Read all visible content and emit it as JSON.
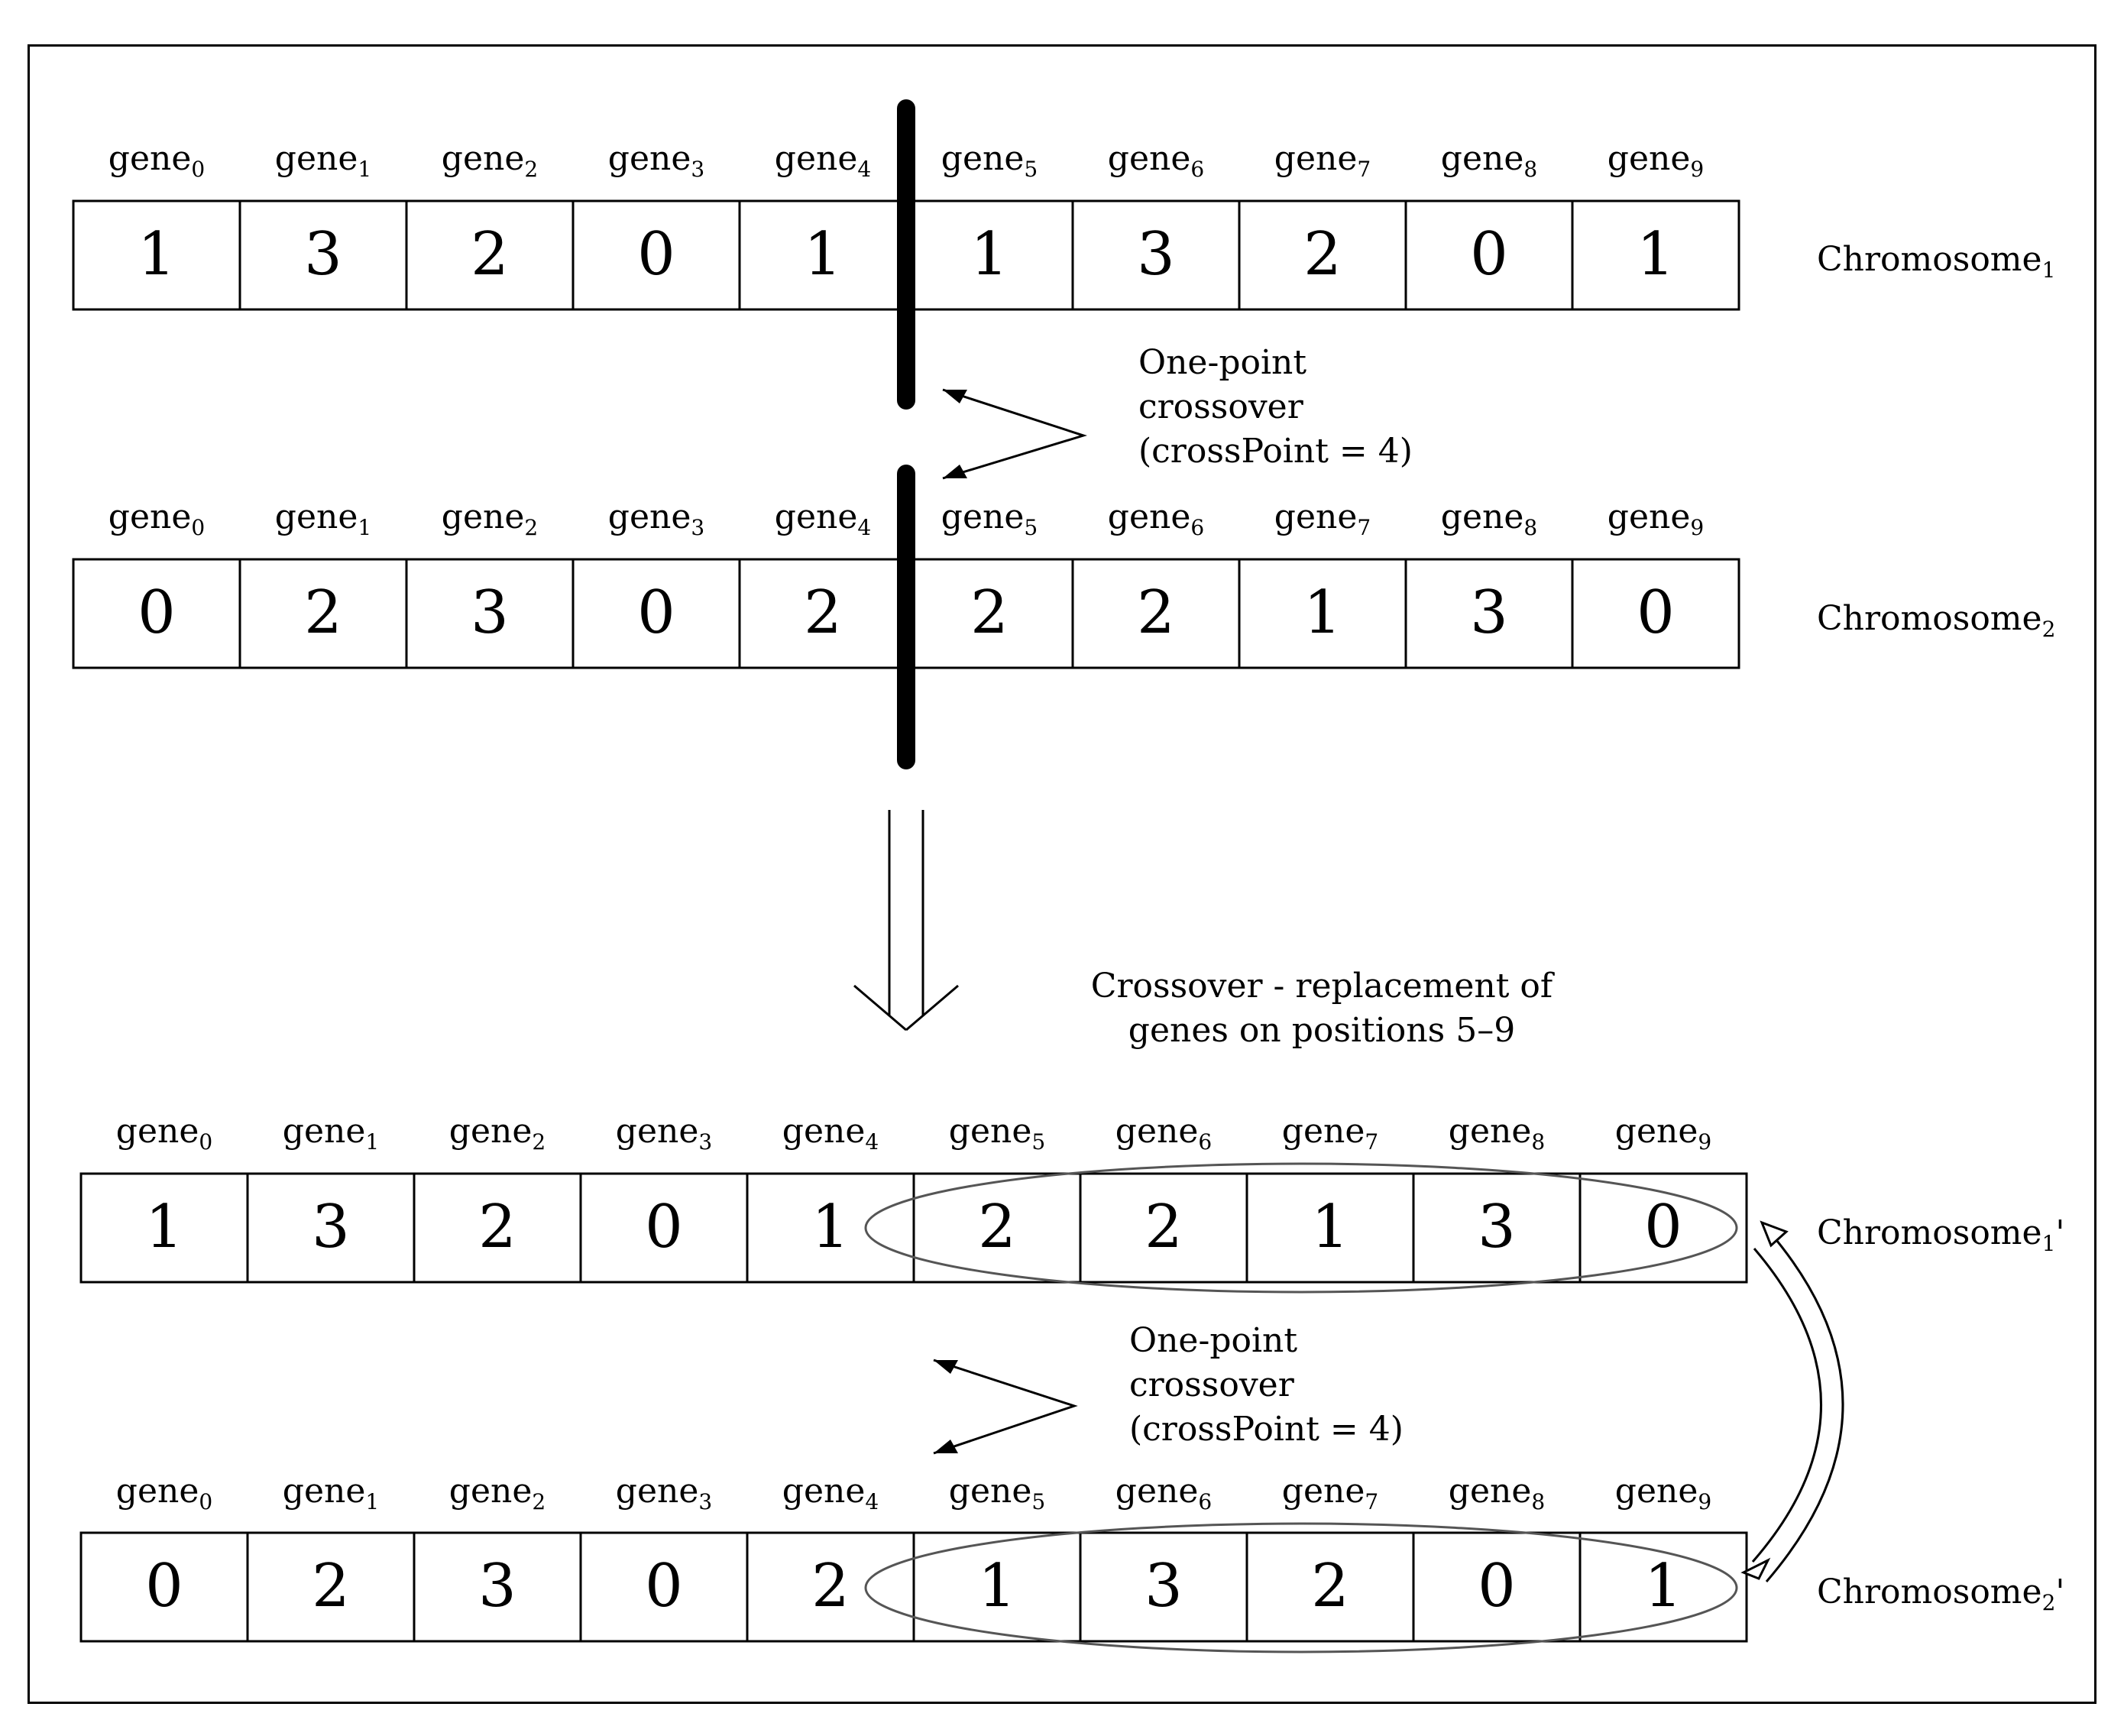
{
  "rows": [
    {
      "chromosome_base": "Chromosome",
      "chromosome_sub": "1",
      "chromosome_suffix": "",
      "values": [
        "1",
        "3",
        "2",
        "0",
        "1",
        "1",
        "3",
        "2",
        "0",
        "1"
      ]
    },
    {
      "chromosome_base": "Chromosome",
      "chromosome_sub": "2",
      "chromosome_suffix": "",
      "values": [
        "0",
        "2",
        "3",
        "0",
        "2",
        "2",
        "2",
        "1",
        "3",
        "0"
      ]
    },
    {
      "chromosome_base": "Chromosome",
      "chromosome_sub": "1",
      "chromosome_suffix": "'",
      "values": [
        "1",
        "3",
        "2",
        "0",
        "1",
        "2",
        "2",
        "1",
        "3",
        "0"
      ]
    },
    {
      "chromosome_base": "Chromosome",
      "chromosome_sub": "2",
      "chromosome_suffix": "'",
      "values": [
        "0",
        "2",
        "3",
        "0",
        "2",
        "1",
        "3",
        "2",
        "0",
        "1"
      ]
    }
  ],
  "gene_label": {
    "base": "gene",
    "subs": [
      "0",
      "1",
      "2",
      "3",
      "4",
      "5",
      "6",
      "7",
      "8",
      "9"
    ]
  },
  "annotations": {
    "crossover_top": [
      "One-point",
      "crossover",
      "(crossPoint = 4)"
    ],
    "crossover_bottom": [
      "One-point",
      "crossover",
      "(crossPoint = 4)"
    ],
    "replacement": [
      "Crossover - replacement of",
      "genes on positions 5–9"
    ]
  }
}
